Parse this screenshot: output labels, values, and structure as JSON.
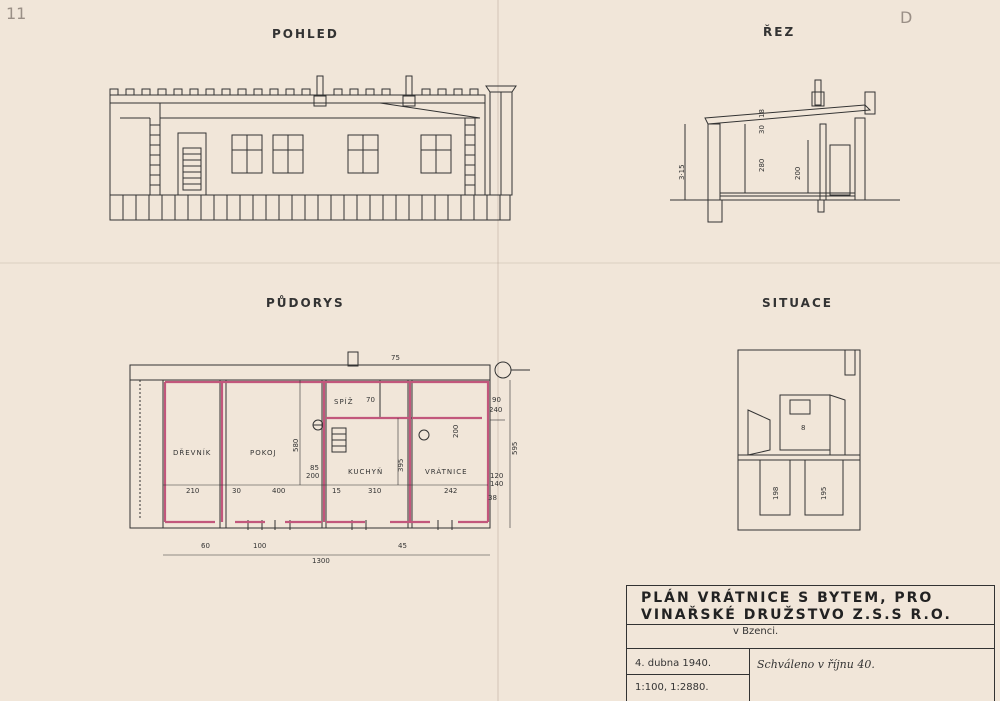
{
  "corner_marks": {
    "left": "11",
    "right": "D"
  },
  "views": {
    "elevation": "POHLED",
    "section": "ŘEZ",
    "plan": "PŮDORYS",
    "site": "SITUACE"
  },
  "section_dims": {
    "total_height": "3·15",
    "room_height": "280",
    "door_height": "200",
    "top_a": "18",
    "top_b": "30"
  },
  "plan_rooms": {
    "woodshed": "DŘEVNÍK",
    "room": "POKOJ",
    "kitchen": "KUCHYŇ",
    "gatehouse": "VRÁTNICE",
    "pantry": "SPÍŽ"
  },
  "plan_dims": {
    "total_width": "1300",
    "w_woodshed": "210",
    "w_wall_1": "30",
    "w_room": "400",
    "w_kitchen": "310",
    "w_wall_2": "15",
    "w_gate": "242",
    "depth": "595",
    "room_depth": "580",
    "kitchen_depth": "395",
    "gate_inner": "200",
    "misc_85": "85",
    "misc_200": "200",
    "misc_70": "70",
    "misc_240": "240",
    "misc_90": "90",
    "misc_120": "120",
    "misc_140": "140",
    "misc_38": "38",
    "misc_75": "75",
    "misc_100": "100",
    "misc_45": "45",
    "misc_60": "60"
  },
  "site_dims": {
    "a": "198",
    "b": "195",
    "c": "8"
  },
  "title_block": {
    "title_line1": "PLÁN VRÁTNICE S BYTEM, PRO",
    "title_line2": "VINAŘSKÉ DRUŽSTVO Z.S.S R.O.",
    "place": "v Bzenci.",
    "date": "4. dubna 1940.",
    "signature": "Schváleno v říjnu 40.",
    "scale": "1:100, 1:2880."
  }
}
